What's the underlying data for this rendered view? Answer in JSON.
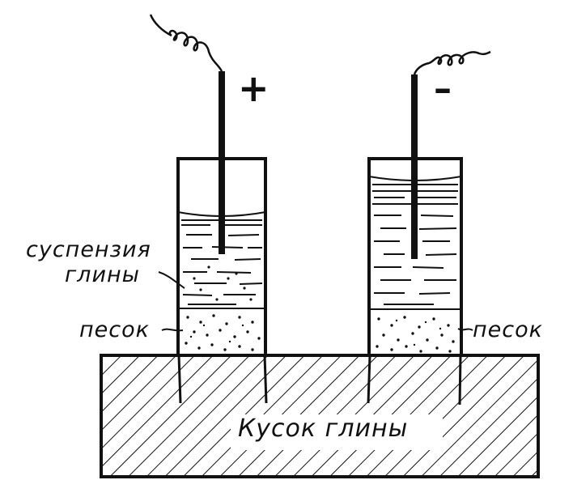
{
  "labels": {
    "plus": "+",
    "minus": "–",
    "suspension_line1": "суспензия",
    "suspension_line2": "глины",
    "sand_left": "песок",
    "sand_right": "песок",
    "clay_block": "Кусок глины"
  },
  "colors": {
    "ink": "#111111",
    "background": "#ffffff"
  }
}
